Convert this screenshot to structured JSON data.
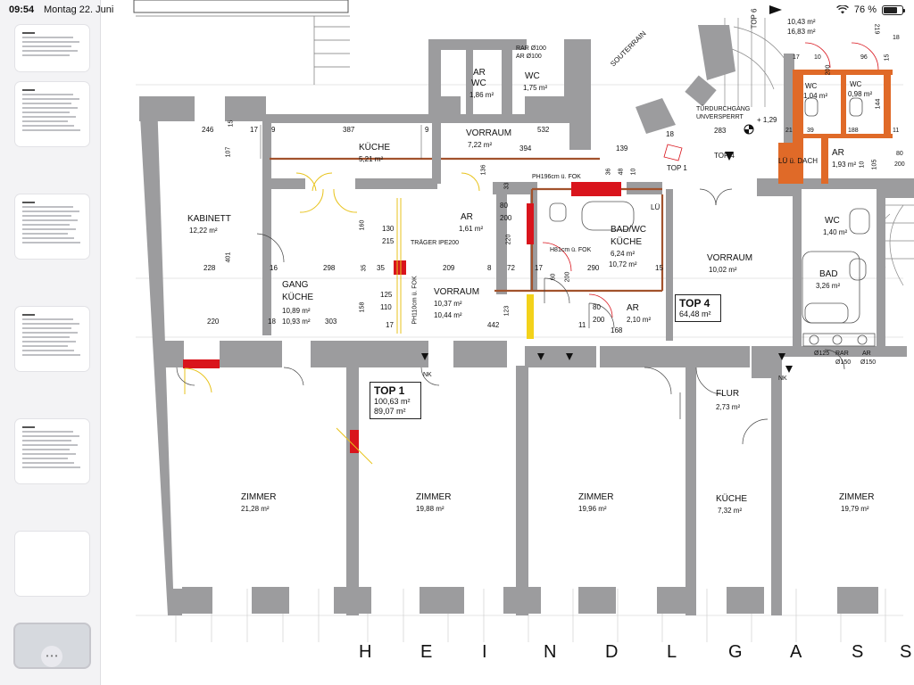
{
  "status_bar": {
    "time": "09:54",
    "date": "Montag 22. Juni",
    "battery": "76 %",
    "battery_level": 0.76
  },
  "sidebar": {
    "toggle_icon": "sidebar-toggle-icon",
    "pages": [
      {
        "index": 1
      },
      {
        "index": 2
      },
      {
        "index": 3
      },
      {
        "index": 4
      },
      {
        "index": 5
      },
      {
        "index": 6
      },
      {
        "index": 7,
        "selected": true
      }
    ]
  },
  "plan": {
    "top_right_areas": [
      "10,43 m²",
      "16,83 m²"
    ],
    "top_right_dims": [
      "219",
      "18"
    ],
    "top6_label": "TOP 6",
    "souterrain": "SOUTERRAIN",
    "rooms": {
      "ar_top": {
        "name": "AR",
        "area": ""
      },
      "wc_a": {
        "name": "WC",
        "area": "1,86 m²"
      },
      "wc_b": {
        "name": "WC",
        "area": "1,75 m²"
      },
      "rar": {
        "name": "RAR Ø100",
        "sub": "AR Ø100"
      },
      "kueche_top": {
        "name": "KÜCHE",
        "area": "5,21 m²"
      },
      "vorraum_top": {
        "name": "VORRAUM",
        "area": "7,22 m²"
      },
      "kabinett": {
        "name": "KABINETT",
        "area": "12,22 m²"
      },
      "gang_kueche": {
        "name1": "GANG",
        "name2": "KÜCHE",
        "area1": "10,89 m²",
        "area2": "10,93 m²"
      },
      "ar_mid": {
        "name": "AR",
        "area": "1,61 m²"
      },
      "vorraum_mid": {
        "name": "VORRAUM",
        "area1": "10,37 m²",
        "area2": "10,44 m²"
      },
      "bad_wc": {
        "name1": "BAD/WC",
        "name2": "KÜCHE",
        "area1": "6,24 m²",
        "area2": "10,72 m²"
      },
      "ar_small": {
        "name": "AR",
        "area": "2,10 m²"
      },
      "vorraum_top4": {
        "name": "VORRAUM",
        "area": "10,02 m²"
      },
      "wc_r1": {
        "name": "WC",
        "area": "1,04 m²"
      },
      "wc_r2": {
        "name": "WC",
        "area": "0,98 m²"
      },
      "ar_r": {
        "name": "AR",
        "area": "1,93 m²"
      },
      "wc_r3": {
        "name": "WC",
        "area": "1,40 m²"
      },
      "bad_r": {
        "name": "BAD",
        "area": "3,26 m²"
      },
      "flur": {
        "name": "FLUR",
        "area": "2,73 m²"
      },
      "zimmer_1": {
        "name": "ZIMMER",
        "area": "21,28 m²"
      },
      "zimmer_2": {
        "name": "ZIMMER",
        "area": "19,88 m²"
      },
      "zimmer_3": {
        "name": "ZIMMER",
        "area": "19,96 m²"
      },
      "kueche_bottom": {
        "name": "KÜCHE",
        "area": "7,32 m²"
      },
      "zimmer_5": {
        "name": "ZIMMER",
        "area": "19,79 m²"
      }
    },
    "units": {
      "top1": {
        "title": "TOP 1",
        "area1": "100,63 m²",
        "area2": "89,07 m²"
      },
      "top4": {
        "title": "TOP 4",
        "area": "64,48 m²"
      }
    },
    "markers": {
      "top1_small": "TOP 1",
      "top4_small": "TOP 4",
      "turdurchgang": "TÜRDURCHGANG",
      "unversperrt": "UNVERSPERRT",
      "level": "+ 1,29",
      "lu_dach": "LÜ ü. DACH",
      "traeger": "TRÄGER IPE200",
      "ph196": "PH196cm ü. FOK",
      "h81": "H81cm ü. FOK",
      "ph110": "PH110cm ü. FOK",
      "lu": "LÜ",
      "nk": "NK",
      "d125": "Ø125",
      "rar150": "RAR",
      "d150a": "Ø150",
      "ar150": "AR",
      "d150b": "Ø150"
    },
    "dims": {
      "d246": "246",
      "d15": "15",
      "d17": "17",
      "d9a": "9",
      "d387": "387",
      "d9b": "9",
      "d532": "532",
      "d18": "18",
      "d283": "283",
      "d394": "394",
      "d139": "139",
      "d107": "107",
      "d136": "136",
      "d33": "33",
      "d36": "36",
      "d48": "48",
      "d10": "10",
      "d80a": "80",
      "d200a": "200",
      "d160": "160",
      "d130": "130",
      "d215": "215",
      "d401": "401",
      "d228": "228",
      "d16": "16",
      "d298": "298",
      "d35a": "35",
      "d35b": "35",
      "d209": "209",
      "d8": "8",
      "d72": "72",
      "d220v": "220",
      "d17b": "17",
      "d290": "290",
      "d15b": "15",
      "d60": "60",
      "d200b": "200",
      "d125": "125",
      "d110": "110",
      "d158": "158",
      "d123": "123",
      "d80b": "80",
      "d200c": "200",
      "d220": "220",
      "d18b": "18",
      "d303": "303",
      "d17c": "17",
      "d442": "442",
      "d11": "11",
      "d168": "168",
      "d39": "39",
      "d188": "188",
      "d11b": "11",
      "d21": "21",
      "d10b": "10",
      "d105": "105",
      "d80c": "80",
      "d200d": "200",
      "d17d": "17",
      "d10c": "10",
      "d96": "96",
      "d200e": "200",
      "d15c": "15",
      "d144": "144"
    },
    "street": [
      "H",
      "E",
      "I",
      "N",
      "D",
      "L",
      "G",
      "A",
      "S",
      "S"
    ]
  }
}
